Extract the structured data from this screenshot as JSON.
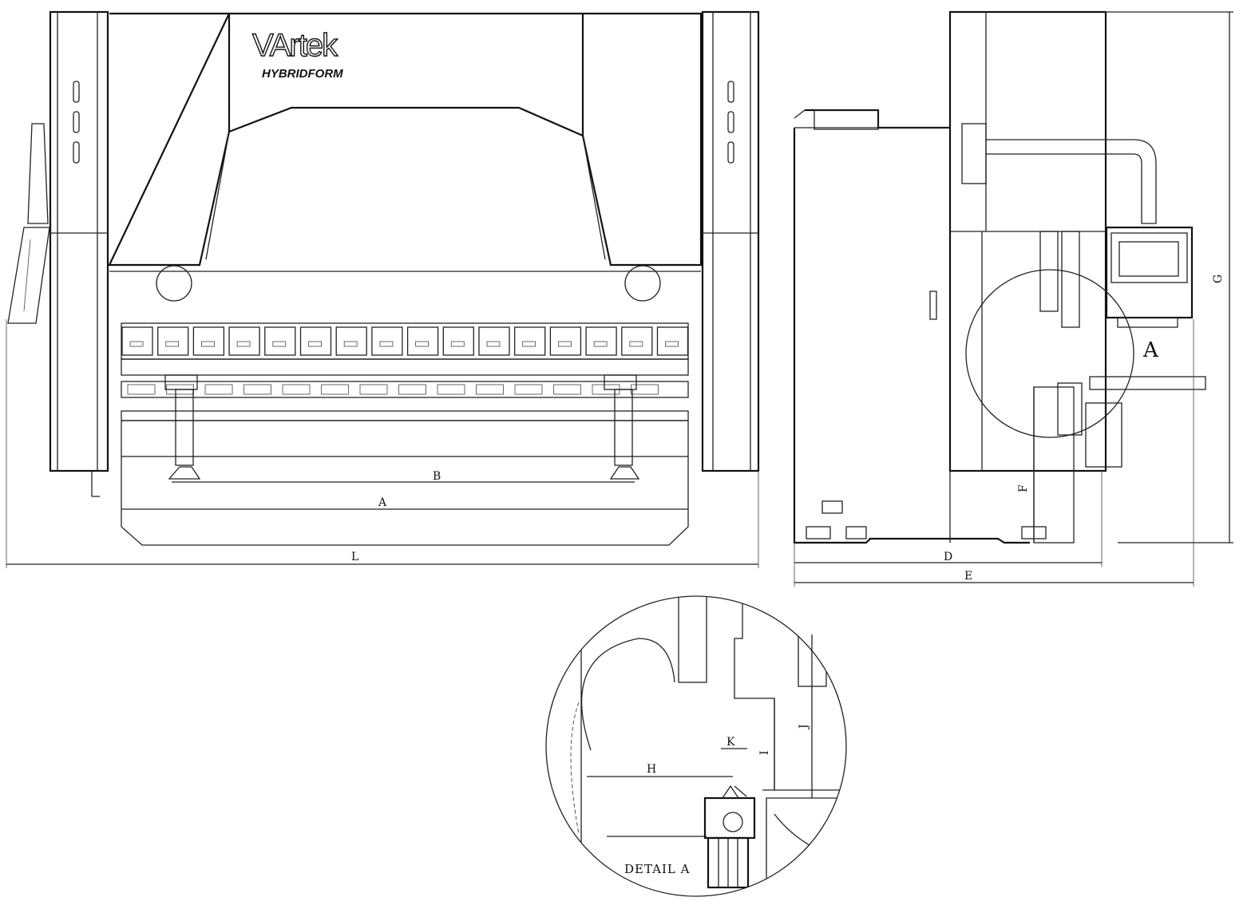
{
  "logo": {
    "brand": "VArtek",
    "model": "HYBRIDFORM"
  },
  "dimensions": {
    "L": "L",
    "A": "A",
    "B": "B",
    "D": "D",
    "E": "E",
    "F": "F",
    "G": "G",
    "H": "H",
    "I": "I",
    "J": "J",
    "K": "K"
  },
  "detail_marker": "A",
  "detail_title": "DETAIL A"
}
